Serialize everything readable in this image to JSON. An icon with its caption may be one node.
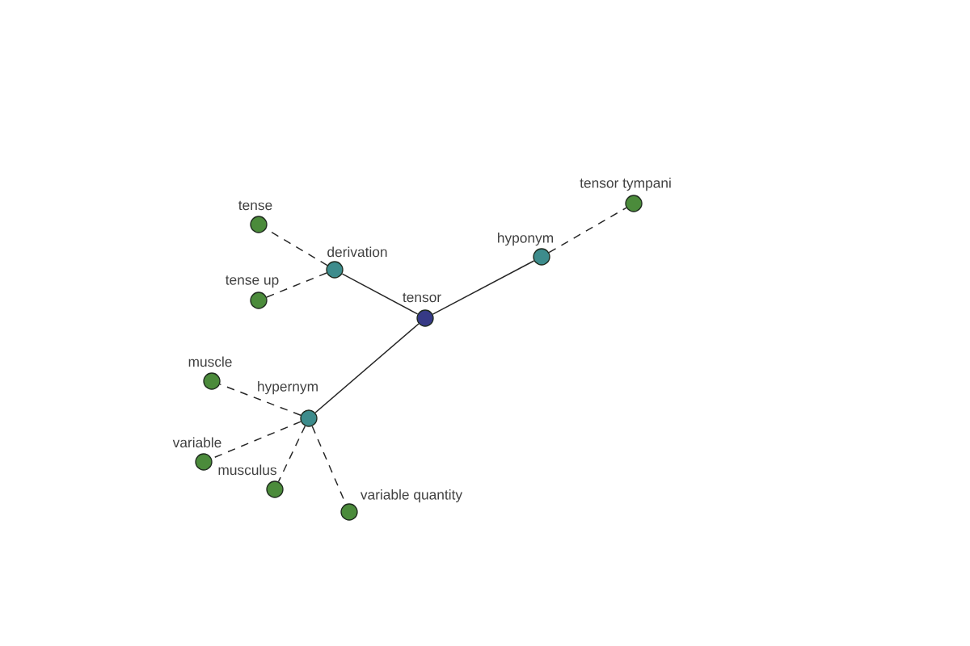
{
  "diagram": {
    "nodes": [
      {
        "text": [
          "tensor tympani"
        ]
      },
      {
        "text": [
          "tense"
        ]
      },
      {
        "text": [
          "hyponym"
        ]
      },
      {
        "text": [
          "derivation"
        ]
      },
      {
        "text": [
          "tense up"
        ]
      },
      {
        "text": [
          "tensor"
        ]
      },
      {
        "text": [
          "muscle"
        ]
      },
      {
        "text": [
          "hypernym"
        ]
      },
      {
        "text": [
          "variable"
        ]
      },
      {
        "text": [
          "musculus"
        ]
      },
      {
        "text": [
          "variable quantity"
        ]
      }
    ],
    "edges": [
      {
        "from": 5,
        "to": 3,
        "arrow": "none"
      },
      {
        "from": 5,
        "to": 2,
        "arrow": "none"
      },
      {
        "from": 5,
        "to": 7,
        "arrow": "none"
      },
      {
        "from": 3,
        "to": 1,
        "arrow": "none",
        "style": "dashed"
      },
      {
        "from": 3,
        "to": 4,
        "arrow": "none",
        "style": "dashed"
      },
      {
        "from": 2,
        "to": 0,
        "arrow": "none",
        "style": "dashed"
      },
      {
        "from": 7,
        "to": 6,
        "arrow": "none",
        "style": "dashed"
      },
      {
        "from": 7,
        "to": 8,
        "arrow": "none",
        "style": "dashed"
      },
      {
        "from": 7,
        "to": 9,
        "arrow": "none",
        "style": "dashed"
      },
      {
        "from": 7,
        "to": 10,
        "arrow": "none",
        "style": "dashed"
      }
    ]
  }
}
